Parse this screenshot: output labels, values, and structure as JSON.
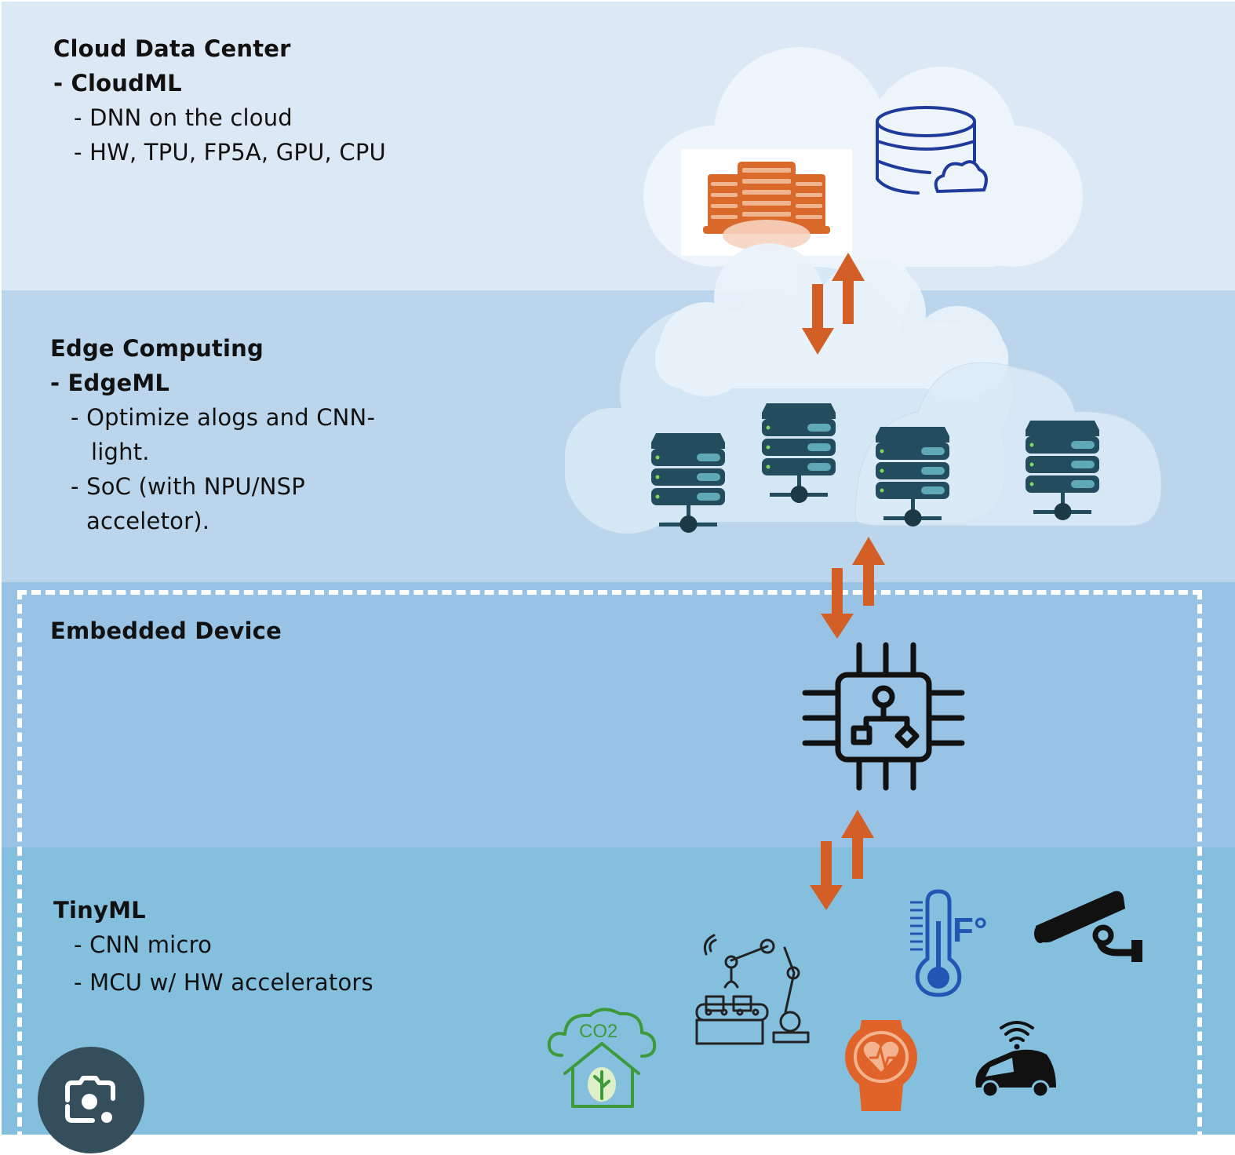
{
  "tiers": {
    "cloud": {
      "title": "Cloud Data Center",
      "subtitle": "-  CloudML",
      "items": [
        "- DNN on the cloud",
        "- HW, TPU, FP5A, GPU, CPU"
      ]
    },
    "edge": {
      "title": "Edge Computing",
      "subtitle": "-  EdgeML",
      "items": [
        "- Optimize alogs and CNN-",
        "light.",
        "- SoC (with NPU/NSP",
        "acceletor)."
      ]
    },
    "embedded": {
      "title": "Embedded Device"
    },
    "tiny": {
      "title": "TinyML",
      "items": [
        "- CNN micro",
        "- MCU w/ HW accelerators"
      ]
    }
  },
  "icons": {
    "cloud_tier": [
      "server-rack-icon",
      "cloud-database-icon"
    ],
    "edge_tier": [
      "network-server-icon",
      "network-server-icon",
      "network-server-icon",
      "network-server-icon"
    ],
    "embedded_tier": [
      "microchip-icon"
    ],
    "tiny_tier": [
      "co2-home-icon",
      "robotic-arm-icon",
      "thermometer-fahrenheit-icon",
      "security-camera-icon",
      "smartwatch-heart-icon",
      "connected-car-icon"
    ]
  },
  "thermometer_unit": "F°",
  "co2_label": "CO2",
  "overlay": {
    "lens_button": "visual-search-icon"
  },
  "colors": {
    "arrow": "#d45f26",
    "server_rack": "#d96a2c",
    "database": "#1e3a9a",
    "edge_server": "#234d5e",
    "co2": "#3d9a3a",
    "thermometer": "#2356b4",
    "watch": "#e0642a"
  }
}
